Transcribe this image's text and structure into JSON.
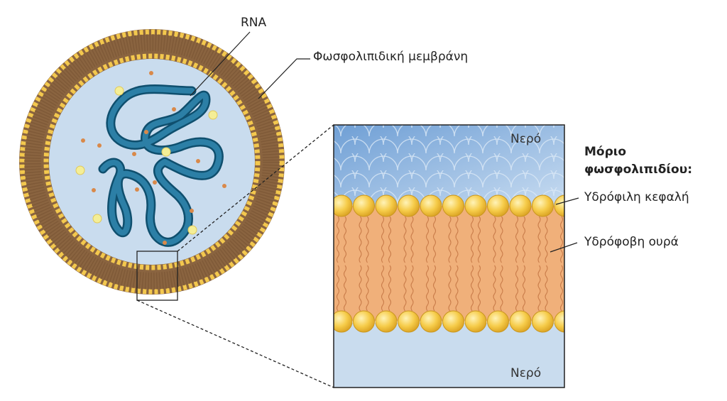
{
  "labels": {
    "rna": "RNA",
    "membrane": "Φωσφολιπιδική μεμβράνη",
    "water_top": "Νερό",
    "water_bottom": "Νερό",
    "molecule_title_1": "Μόριο",
    "molecule_title_2": "φωσφολιπιδίου:",
    "head": "Υδρόφιλη κεφαλή",
    "tail": "Υδρόφοβη ουρά"
  },
  "colors": {
    "membrane_brown": "#8a6440",
    "head_yellow": "#f5c948",
    "tail_orange": "#f0b07a",
    "rna_blue": "#1e6a8c",
    "lumen_blue": "#c9dcee",
    "water_blue": "#7eaede",
    "dot_orange": "#d9894a",
    "dot_yellow": "#f4ee96"
  }
}
